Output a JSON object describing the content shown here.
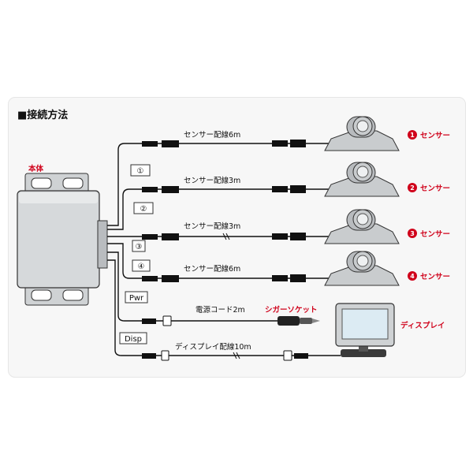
{
  "title": "■接続方法",
  "main_unit_label": "本体",
  "ports": [
    "①",
    "②",
    "③",
    "④",
    "Pwr",
    "Disp"
  ],
  "sensor_cables": [
    {
      "label": "センサー配線6m"
    },
    {
      "label": "センサー配線3m"
    },
    {
      "label": "センサー配線3m"
    },
    {
      "label": "センサー配線6m"
    }
  ],
  "sensors": [
    {
      "badge": "1",
      "label": "センサー"
    },
    {
      "badge": "2",
      "label": "センサー"
    },
    {
      "badge": "3",
      "label": "センサー"
    },
    {
      "badge": "4",
      "label": "センサー"
    }
  ],
  "power_cable_label": "電源コード2m",
  "cigar_socket_label": "シガーソケット",
  "display_cable_label": "ディスプレイ配線10m",
  "display_label": "ディスプレイ",
  "colors": {
    "accent_red": "#d0021b",
    "wire": "#111111",
    "device_gray": "#cfd2d4"
  }
}
